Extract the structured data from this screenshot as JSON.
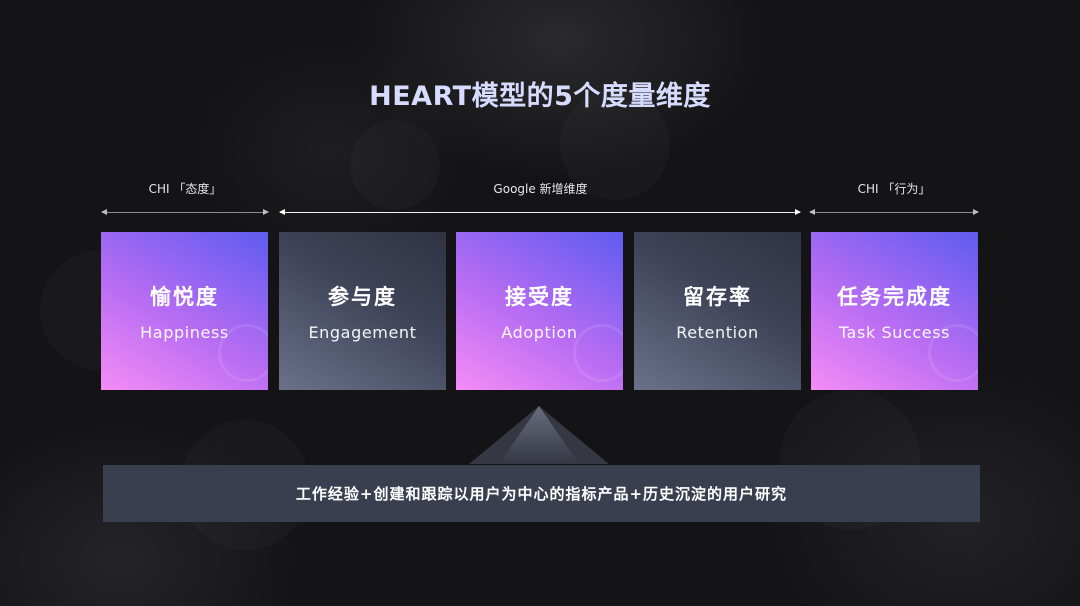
{
  "title": "HEART模型的5个度量维度",
  "groups": [
    {
      "label": "CHI 「态度」"
    },
    {
      "label": "Google 新增维度"
    },
    {
      "label": "CHI 「行为」"
    }
  ],
  "cards": [
    {
      "cn": "愉悦度",
      "en": "Happiness",
      "style": "purple"
    },
    {
      "cn": "参与度",
      "en": "Engagement",
      "style": "grey"
    },
    {
      "cn": "接受度",
      "en": "Adoption",
      "style": "purple"
    },
    {
      "cn": "留存率",
      "en": "Retention",
      "style": "grey"
    },
    {
      "cn": "任务完成度",
      "en": "Task Success",
      "style": "purple"
    }
  ],
  "summary": "工作经验+创建和跟踪以用户为中心的指标产品+历史沉淀的用户研究",
  "colors": {
    "title": "#d7dcff",
    "purple_start": "#f58cf6",
    "purple_end": "#5e5cf0",
    "grey_card": "#3d4256",
    "bar": "#3a3f50",
    "background": "#141416"
  }
}
